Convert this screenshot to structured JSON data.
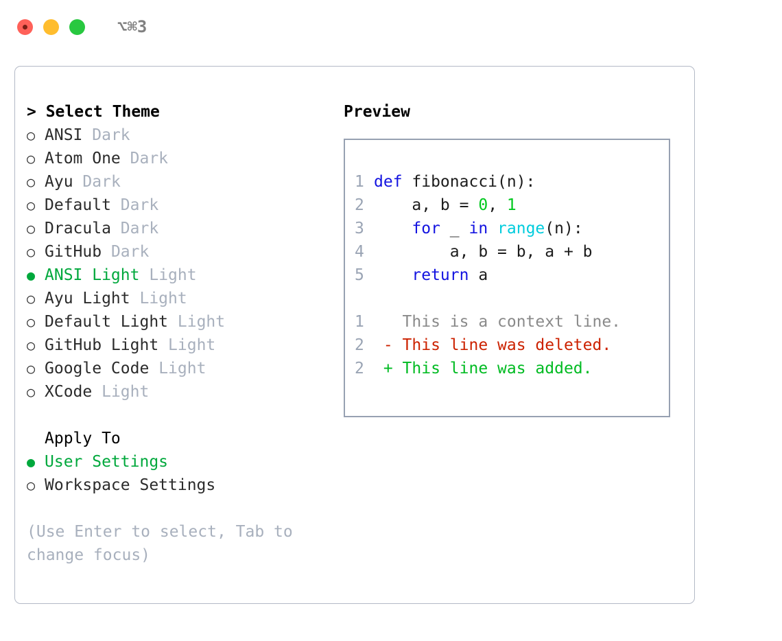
{
  "titlebar": {
    "shortcut": "⌥⌘3",
    "buttons": [
      {
        "name": "close",
        "color": "#ff6159"
      },
      {
        "name": "minimize",
        "color": "#ffbd2e"
      },
      {
        "name": "maximize",
        "color": "#28c840"
      }
    ]
  },
  "theme_picker": {
    "header": "> Select Theme",
    "items": [
      {
        "marker": "○",
        "name": "ANSI",
        "kind": "Dark",
        "selected": false
      },
      {
        "marker": "○",
        "name": "Atom One",
        "kind": "Dark",
        "selected": false
      },
      {
        "marker": "○",
        "name": "Ayu",
        "kind": "Dark",
        "selected": false
      },
      {
        "marker": "○",
        "name": "Default",
        "kind": "Dark",
        "selected": false
      },
      {
        "marker": "○",
        "name": "Dracula",
        "kind": "Dark",
        "selected": false
      },
      {
        "marker": "○",
        "name": "GitHub",
        "kind": "Dark",
        "selected": false
      },
      {
        "marker": "●",
        "name": "ANSI Light",
        "kind": "Light",
        "selected": true
      },
      {
        "marker": "○",
        "name": "Ayu Light",
        "kind": "Light",
        "selected": false
      },
      {
        "marker": "○",
        "name": "Default Light",
        "kind": "Light",
        "selected": false
      },
      {
        "marker": "○",
        "name": "GitHub Light",
        "kind": "Light",
        "selected": false
      },
      {
        "marker": "○",
        "name": "Google Code",
        "kind": "Light",
        "selected": false
      },
      {
        "marker": "○",
        "name": "XCode",
        "kind": "Light",
        "selected": false
      }
    ]
  },
  "apply_to": {
    "header": "Apply To",
    "options": [
      {
        "marker": "●",
        "label": "User Settings",
        "selected": true
      },
      {
        "marker": "○",
        "label": "Workspace Settings",
        "selected": false
      }
    ]
  },
  "hint": "(Use Enter to select, Tab to\nchange focus)",
  "preview": {
    "title": "Preview",
    "code_lines": [
      {
        "n": "1",
        "tokens": [
          {
            "t": "def ",
            "c": "kw"
          },
          {
            "t": "fibonacci(n):",
            "c": "plain"
          }
        ]
      },
      {
        "n": "2",
        "tokens": [
          {
            "t": "    a, b = ",
            "c": "plain"
          },
          {
            "t": "0",
            "c": "num"
          },
          {
            "t": ", ",
            "c": "plain"
          },
          {
            "t": "1",
            "c": "num"
          }
        ]
      },
      {
        "n": "3",
        "tokens": [
          {
            "t": "    ",
            "c": "plain"
          },
          {
            "t": "for",
            "c": "kw"
          },
          {
            "t": " _ ",
            "c": "plain"
          },
          {
            "t": "in",
            "c": "kw"
          },
          {
            "t": " ",
            "c": "plain"
          },
          {
            "t": "range",
            "c": "fn"
          },
          {
            "t": "(n):",
            "c": "plain"
          }
        ]
      },
      {
        "n": "4",
        "tokens": [
          {
            "t": "        a, b = b, a + b",
            "c": "plain"
          }
        ]
      },
      {
        "n": "5",
        "tokens": [
          {
            "t": "    ",
            "c": "plain"
          },
          {
            "t": "return",
            "c": "kw"
          },
          {
            "t": " a",
            "c": "plain"
          }
        ]
      }
    ],
    "diff_lines": [
      {
        "n": "1",
        "sign": " ",
        "text": " This is a context line.",
        "kind": "ctx"
      },
      {
        "n": "2",
        "sign": "-",
        "text": " This line was deleted.",
        "kind": "del"
      },
      {
        "n": "2",
        "sign": "+",
        "text": " This line was added.",
        "kind": "add"
      }
    ]
  },
  "colors": {
    "accent_green": "#00a83c",
    "keyword_blue": "#1313e0",
    "function_cyan": "#00ccdd",
    "number_green": "#00c81e",
    "diff_delete_red": "#cc2200",
    "diff_add_green": "#00bb22",
    "muted_gray": "#a8b0bd",
    "border_gray": "#b3b9c6",
    "preview_border": "#97a1b2",
    "line_number": "#9aa4b4"
  }
}
